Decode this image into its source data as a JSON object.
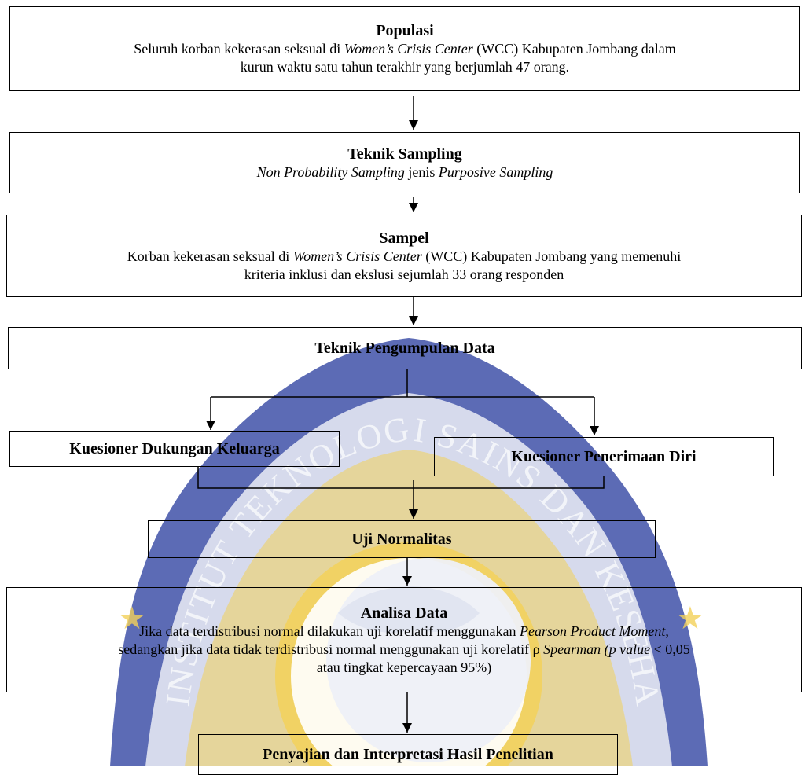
{
  "watermark": {
    "text": "INSTITUT TEKNOLOGI SAINS DAN KESEHATAN",
    "colors": {
      "blue": "#3f51a8",
      "gold": "#f3d15a",
      "pale": "#eef0f7"
    }
  },
  "populasi": {
    "title": "Populasi",
    "line1_a": "Seluruh korban kekerasan seksual di ",
    "line1_i": "Women’s Crisis Center",
    "line1_b": " (WCC) Kabupaten Jombang dalam",
    "line2": "kurun waktu satu tahun terakhir yang berjumlah 47 orang."
  },
  "teknik_sampling": {
    "title": "Teknik Sampling",
    "i1": "Non Probability Sampling",
    "mid": " jenis ",
    "i2": "Purposive Sampling"
  },
  "sampel": {
    "title": "Sampel",
    "line1_a": "Korban kekerasan seksual di ",
    "line1_i": "Women’s Crisis Center",
    "line1_b": " (WCC) Kabupaten Jombang yang memenuhi",
    "line2": "kriteria inklusi dan ekslusi sejumlah 33 orang responden"
  },
  "pengumpulan": {
    "title": "Teknik Pengumpulan Data"
  },
  "kuesioner_dukungan": {
    "title": "Kuesioner Dukungan Keluarga"
  },
  "kuesioner_penerimaan": {
    "title": "Kuesioner Penerimaan Diri"
  },
  "normalitas": {
    "title": "Uji Normalitas"
  },
  "analisa": {
    "title": "Analisa Data",
    "line1_a": "Jika data terdistribusi normal dilakukan uji korelatif menggunakan ",
    "line1_i": "Pearson Product Moment",
    "line1_b": ",",
    "line2_a": "sedangkan jika data tidak terdistribusi normal menggunakan uji korelatif ρ ",
    "line2_i": "Spearman (p value",
    "line2_b": " < 0,05",
    "line3": "atau tingkat kepercayaan 95%)"
  },
  "penyajian": {
    "title": "Penyajian dan Interpretasi Hasil Penelitian"
  }
}
